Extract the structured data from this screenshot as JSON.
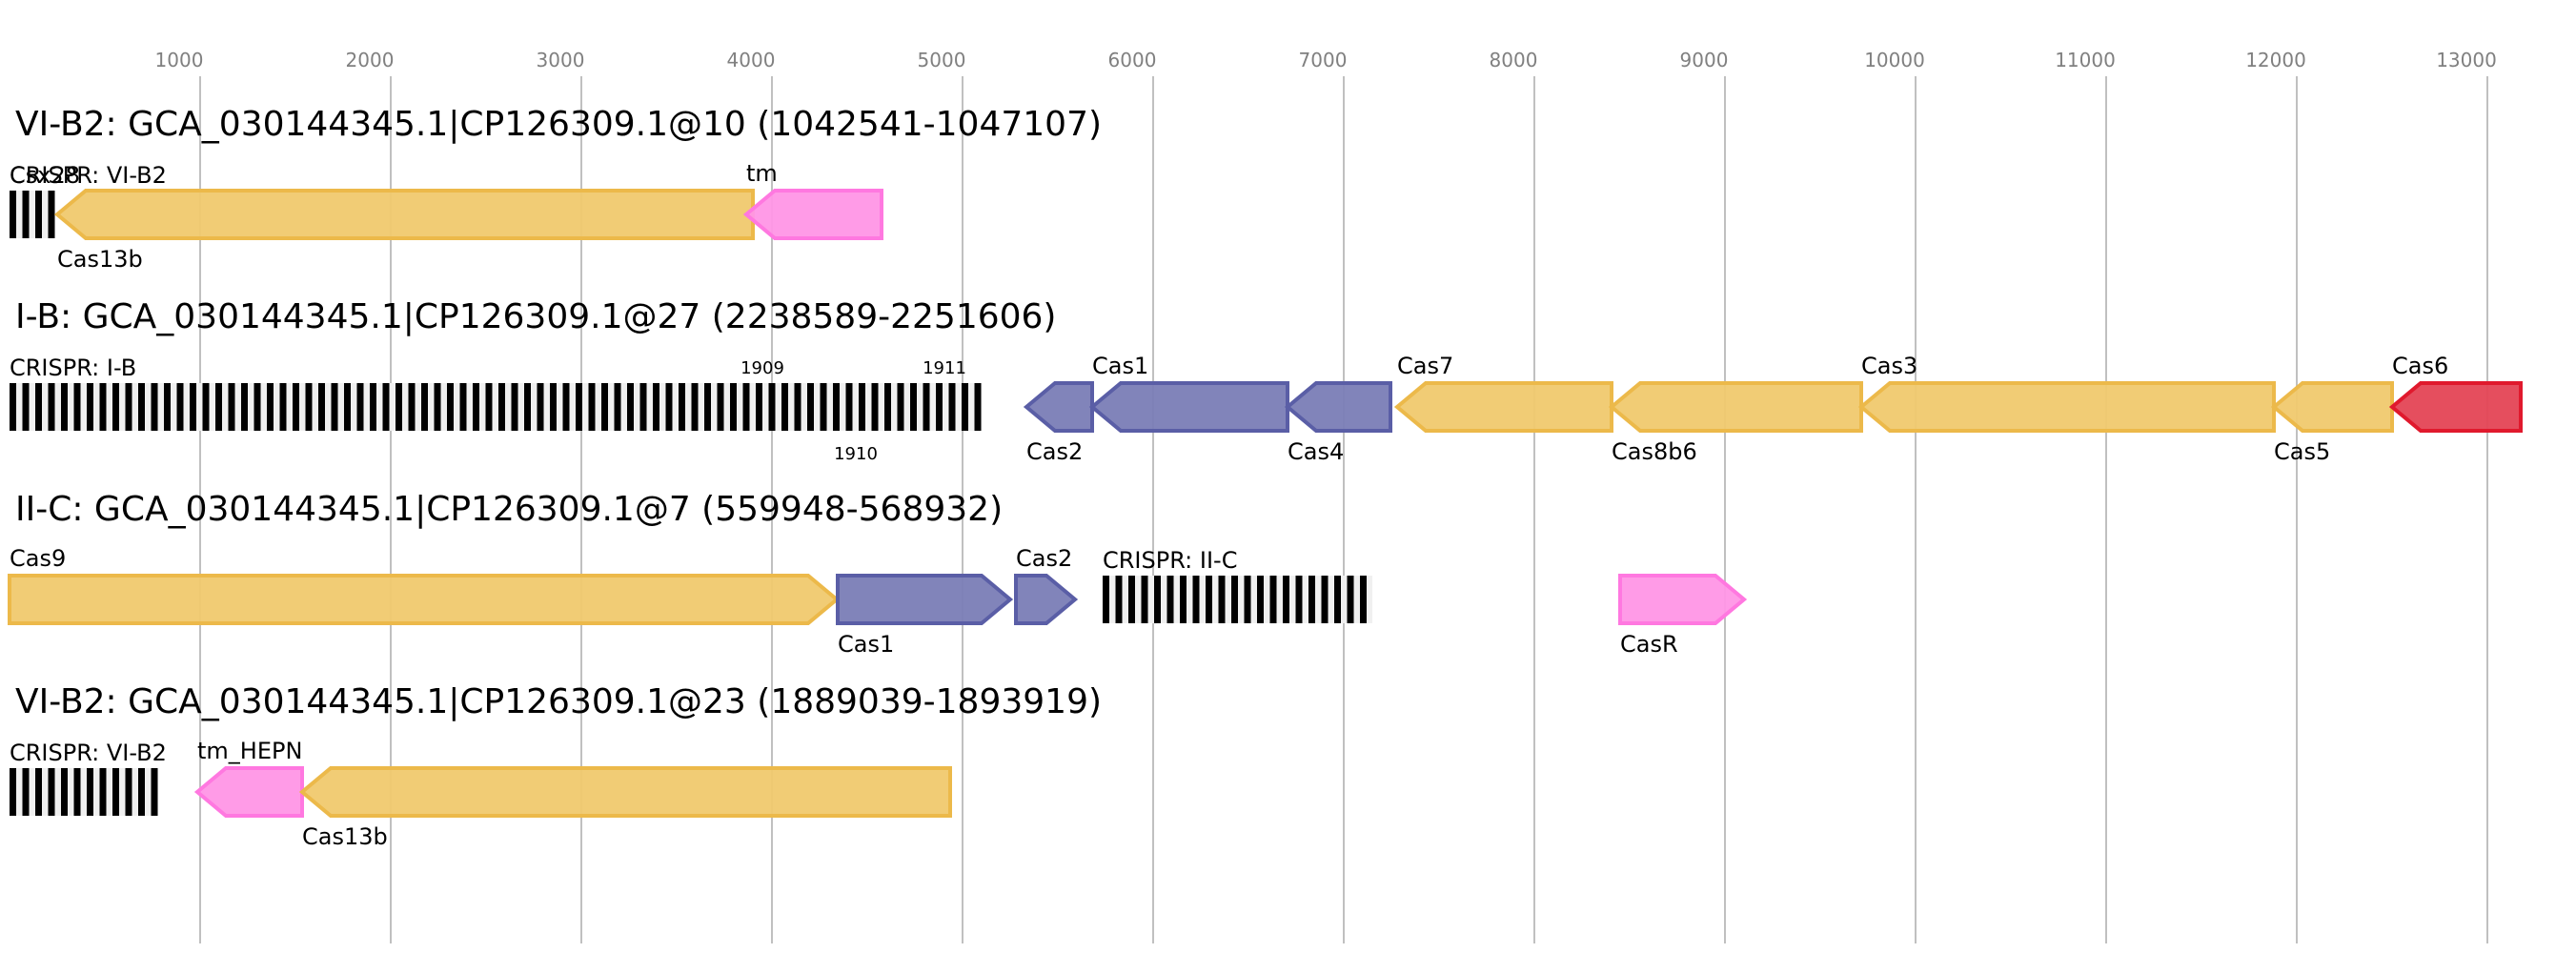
{
  "chart_data": {
    "type": "gene-map",
    "axis": {
      "unit": "bp",
      "range": [
        0,
        13050
      ],
      "ticks": [
        1000,
        2000,
        3000,
        4000,
        5000,
        6000,
        7000,
        8000,
        9000,
        10000,
        11000,
        12000,
        13000
      ],
      "tick_labels": [
        "1000",
        "2000",
        "3000",
        "4000",
        "5000",
        "6000",
        "7000",
        "8000",
        "9000",
        "10000",
        "11000",
        "12000",
        "13000"
      ],
      "grid": true
    },
    "colors": {
      "effector": "#f0c96e",
      "effector_stroke": "#ecb94a",
      "adaptation": "#7a7db6",
      "adaptation_stroke": "#5a5ea6",
      "accessory": "#ff96e6",
      "accessory_stroke": "#ff78e0",
      "cas6": "#e44555",
      "cas6_stroke": "#e0192d",
      "grid": "#c0c0c0",
      "tick_text": "#808080",
      "repeat_dark": "#000000",
      "repeat_light": "#f0f0f0"
    },
    "rows": [
      {
        "title": "VI-B2: GCA_030144345.1|CP126309.1@10 (1042541-1047107)",
        "features": [
          {
            "kind": "crispr",
            "label": "CRISPR: VI-B2",
            "start": 0,
            "end": 225,
            "label_pos": "above"
          },
          {
            "kind": "gene",
            "label": "Csx28",
            "start": 0,
            "end": 200,
            "strand": "none",
            "hidden": true,
            "label_pos": "above"
          },
          {
            "kind": "gene",
            "label": "Cas13b",
            "start": 250,
            "end": 3900,
            "strand": "-",
            "color": "effector",
            "label_pos": "below"
          },
          {
            "kind": "gene",
            "label": "tm",
            "start": 3865,
            "end": 4575,
            "strand": "-",
            "color": "accessory",
            "label_pos": "above"
          }
        ]
      },
      {
        "title": "I-B: GCA_030144345.1|CP126309.1@27 (2238589-2251606)",
        "features": [
          {
            "kind": "crispr",
            "label": "CRISPR: I-B",
            "start": 0,
            "end": 5100,
            "label_pos": "above",
            "repeat_labels": [
              {
                "text": "1909",
                "pos": 3950,
                "side": "above"
              },
              {
                "text": "1910",
                "pos": 4440,
                "side": "below"
              },
              {
                "text": "1911",
                "pos": 4905,
                "side": "above"
              }
            ]
          },
          {
            "kind": "gene",
            "label": "Cas2",
            "start": 5335,
            "end": 5680,
            "strand": "-",
            "color": "adaptation",
            "label_pos": "below"
          },
          {
            "kind": "gene",
            "label": "Cas1",
            "start": 5680,
            "end": 6705,
            "strand": "-",
            "color": "adaptation",
            "label_pos": "above"
          },
          {
            "kind": "gene",
            "label": "Cas4",
            "start": 6705,
            "end": 7245,
            "strand": "-",
            "color": "adaptation",
            "label_pos": "below"
          },
          {
            "kind": "gene",
            "label": "Cas7",
            "start": 7280,
            "end": 8405,
            "strand": "-",
            "color": "effector",
            "label_pos": "above"
          },
          {
            "kind": "gene",
            "label": "Cas8b6",
            "start": 8405,
            "end": 9715,
            "strand": "-",
            "color": "effector",
            "label_pos": "below"
          },
          {
            "kind": "gene",
            "label": "Cas3",
            "start": 9715,
            "end": 11880,
            "strand": "-",
            "color": "effector",
            "label_pos": "above"
          },
          {
            "kind": "gene",
            "label": "Cas5",
            "start": 11880,
            "end": 12500,
            "strand": "-",
            "color": "effector",
            "label_pos": "below"
          },
          {
            "kind": "gene",
            "label": "Cas6",
            "start": 12500,
            "end": 13175,
            "strand": "-",
            "color": "cas6",
            "label_pos": "above"
          }
        ]
      },
      {
        "title": "II-C: GCA_030144345.1|CP126309.1@7 (559948-568932)",
        "features": [
          {
            "kind": "gene",
            "label": "Cas9",
            "start": 0,
            "end": 4340,
            "strand": "+",
            "color": "effector",
            "label_pos": "above"
          },
          {
            "kind": "gene",
            "label": "Cas1",
            "start": 4345,
            "end": 5250,
            "strand": "+",
            "color": "adaptation",
            "label_pos": "below"
          },
          {
            "kind": "gene",
            "label": "Cas2",
            "start": 5280,
            "end": 5590,
            "strand": "+",
            "color": "adaptation",
            "label_pos": "above"
          },
          {
            "kind": "crispr",
            "label": "CRISPR: II-C",
            "start": 5735,
            "end": 7150,
            "label_pos": "above"
          },
          {
            "kind": "gene",
            "label": "CasR",
            "start": 8450,
            "end": 9100,
            "strand": "+",
            "color": "accessory",
            "label_pos": "below"
          }
        ]
      },
      {
        "title": "VI-B2: GCA_030144345.1|CP126309.1@23 (1889039-1893919)",
        "features": [
          {
            "kind": "crispr",
            "label": "CRISPR: VI-B2",
            "start": 0,
            "end": 770,
            "label_pos": "above"
          },
          {
            "kind": "gene",
            "label": "tm_HEPN",
            "start": 985,
            "end": 1535,
            "strand": "-",
            "color": "accessory",
            "label_pos": "above"
          },
          {
            "kind": "gene",
            "label": "Cas13b",
            "start": 1535,
            "end": 4935,
            "strand": "-",
            "color": "effector",
            "label_pos": "below"
          }
        ]
      }
    ]
  }
}
